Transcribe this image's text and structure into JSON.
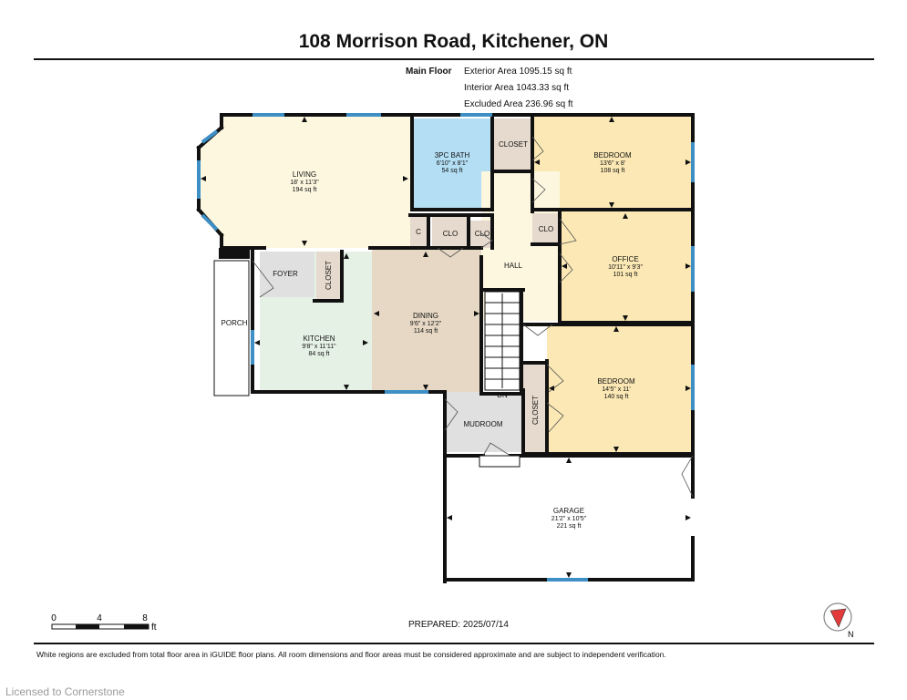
{
  "header": {
    "title": "108 Morrison Road, Kitchener, ON"
  },
  "summary": {
    "floor": "Main Floor",
    "exterior": "Exterior Area 1095.15 sq ft",
    "interior": "Interior Area 1043.33 sq ft",
    "excluded": "Excluded Area 236.96 sq ft"
  },
  "rooms": {
    "living": {
      "name": "LIVING",
      "dims": "18' x 11'3\"",
      "area": "194 sq ft"
    },
    "bath": {
      "name": "3PC BATH",
      "dims": "6'10\" x 8'1\"",
      "area": "54 sq ft"
    },
    "bedroom1": {
      "name": "BEDROOM",
      "dims": "13'6\" x 8'",
      "area": "108 sq ft"
    },
    "office": {
      "name": "OFFICE",
      "dims": "10'11\" x 9'3\"",
      "area": "101 sq ft"
    },
    "dining": {
      "name": "DINING",
      "dims": "9'6\" x 12'2\"",
      "area": "114 sq ft"
    },
    "kitchen": {
      "name": "KITCHEN",
      "dims": "9'8\" x 11'11\"",
      "area": "84 sq ft"
    },
    "bedroom2": {
      "name": "BEDROOM",
      "dims": "14'5\" x 11'",
      "area": "140 sq ft"
    },
    "garage": {
      "name": "GARAGE",
      "dims": "21'2\" x 10'5\"",
      "area": "221 sq ft"
    }
  },
  "labels": {
    "closet_top": "CLOSET",
    "closet_foyer": "CLOSET",
    "closet_bedroom": "CLOSET",
    "c": "C",
    "clo1": "CLO",
    "clo2": "CLO",
    "clo3": "CLO",
    "hall": "HALL",
    "foyer": "FOYER",
    "porch": "PORCH",
    "mudroom": "MUDROOM",
    "dn": "DN"
  },
  "scale": {
    "ticks": [
      "0",
      "4",
      "8"
    ],
    "unit": "ft"
  },
  "compass": {
    "letter": "N"
  },
  "footer": {
    "prepared": "PREPARED: 2025/07/14",
    "disclaimer": "White regions are excluded from total floor area in iGUIDE floor plans. All room dimensions and floor areas must be considered approximate and are subject to independent verification.",
    "watermark": "Licensed to Cornerstone"
  },
  "colors": {
    "living": "#fdf7e0",
    "bath": "#b3def4",
    "closet": "#e6d9cd",
    "bedroom": "#fbe8b4",
    "dining": "#e6d8c4",
    "kitchen": "#e6f1e6",
    "hall": "#fdf7e0",
    "wall": "#111111",
    "window": "#3d8fc5"
  }
}
